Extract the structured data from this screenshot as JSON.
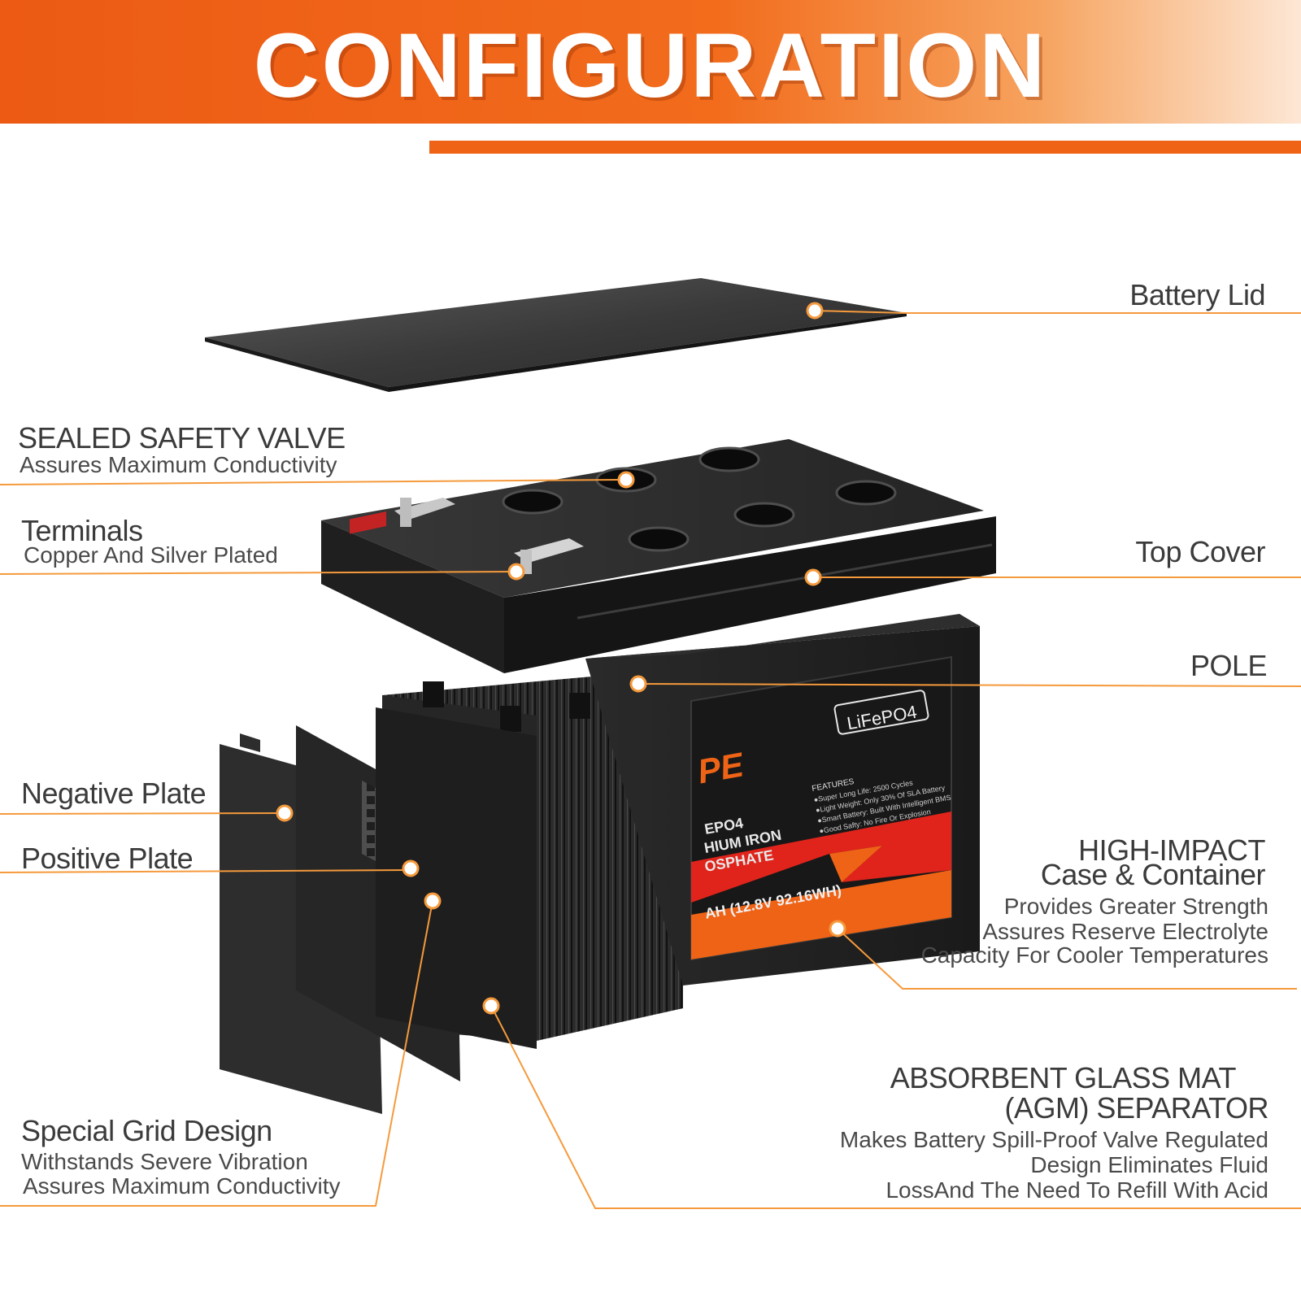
{
  "header": {
    "title": "CONFIGURATION"
  },
  "colors": {
    "accent_orange": "#ef6316",
    "leader_line": "#f59a3c",
    "plate_dark": "#2d2d2d",
    "label_red": "#e0241b"
  },
  "battery_label": {
    "badge": "LiFePO4",
    "brand_partial": "PE",
    "chemistry_line1": "EPO4",
    "chemistry_line2": "HIUM IRON",
    "chemistry_line3": "OSPHATE",
    "features_title": "FEATURES",
    "features": [
      "●Super Long Life: 2500 Cycles",
      "●Light Weight: Only 30% Of SLA Battery",
      "●Smart Battery: Built With Intelligent BMS",
      "●Good Safty: No Fire Or Explosion"
    ],
    "rating": "AH (12.8V 92.16WH)"
  },
  "callouts": {
    "battery_lid": {
      "title": "Battery Lid"
    },
    "sealed_valve": {
      "title": "SEALED SAFETY VALVE",
      "subtitle": "Assures Maximum Conductivity"
    },
    "terminals": {
      "title": "Terminals",
      "subtitle": "Copper And Silver Plated"
    },
    "top_cover": {
      "title": "Top Cover"
    },
    "pole": {
      "title": "POLE"
    },
    "negative_plate": {
      "title": "Negative Plate"
    },
    "positive_plate": {
      "title": "Positive Plate"
    },
    "high_impact": {
      "title_line1": "HIGH-IMPACT",
      "title_line2": "Case & Container",
      "desc_line1": "Provides Greater Strength",
      "desc_line2": "Assures Reserve Electrolyte",
      "desc_line3": "Capacity For Cooler Temperatures"
    },
    "agm_separator": {
      "title_line1": "ABSORBENT GLASS MAT",
      "title_line2": "(AGM) SEPARATOR",
      "desc_line1": "Makes Battery Spill-Proof Valve Regulated",
      "desc_line2": "Design Eliminates Fluid",
      "desc_line3": "LossAnd The Need To Refill With Acid"
    },
    "special_grid": {
      "title": "Special Grid Design",
      "desc_line1": "Withstands Severe Vibration",
      "desc_line2": "Assures Maximum Conductivity"
    }
  }
}
